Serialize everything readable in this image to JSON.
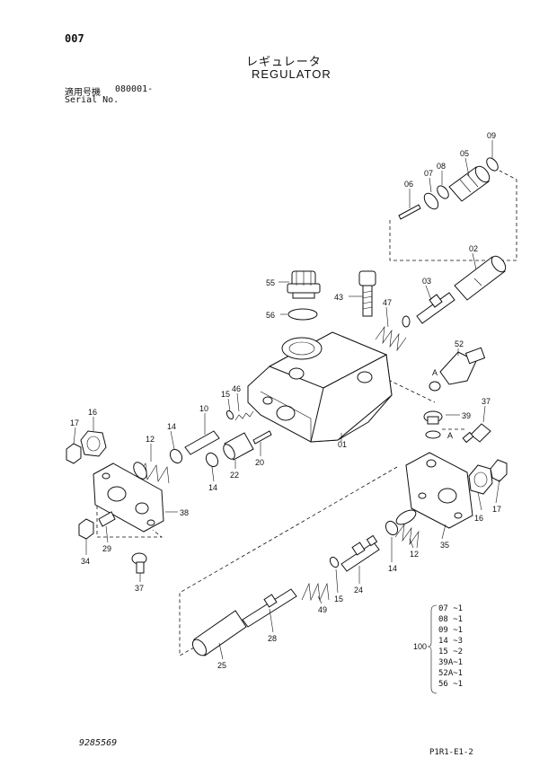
{
  "page_number": "007",
  "title_jp": "レギュレータ",
  "title_en": "REGULATOR",
  "serial_label_jp": "適用号機",
  "serial_value": "080001-",
  "serial_label_en": "Serial No.",
  "document_number": "9285569",
  "page_code": "P1R1-E1-2",
  "callouts": {
    "c01": "01",
    "c02": "02",
    "c03": "03",
    "c05": "05",
    "c06": "06",
    "c07": "07",
    "c08": "08",
    "c09": "09",
    "c10": "10",
    "c12a": "12",
    "c12b": "12",
    "c14a": "14",
    "c14b": "14",
    "c14c": "14",
    "c15a": "15",
    "c15b": "15",
    "c16a": "16",
    "c16b": "16",
    "c17a": "17",
    "c17b": "17",
    "c20": "20",
    "c22": "22",
    "c24": "24",
    "c25": "25",
    "c28": "28",
    "c29": "29",
    "c34": "34",
    "c35": "35",
    "c37a": "37",
    "c37b": "37",
    "c38": "38",
    "c39": "39",
    "c43": "43",
    "c46": "46",
    "c47": "47",
    "c49": "49",
    "c52": "52",
    "c55": "55",
    "c56": "56",
    "cA1": "A",
    "cA2": "A"
  },
  "kit": {
    "number": "100",
    "items": [
      "07 ~1",
      "08 ~1",
      "09 ~1",
      "14 ~3",
      "15 ~2",
      "39A~1",
      "52A~1",
      "56 ~1"
    ]
  }
}
